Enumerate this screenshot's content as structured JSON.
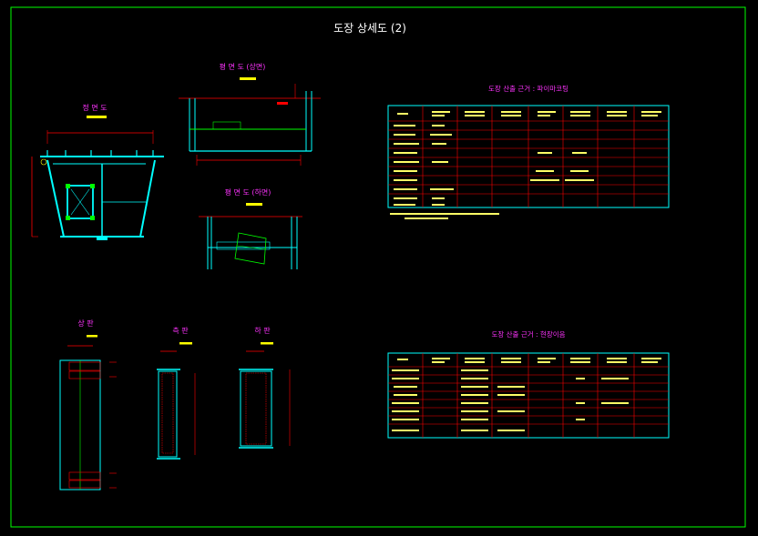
{
  "sheet": {
    "title": "도장 상세도 (2)",
    "colors": {
      "border": "#00ff00",
      "cyan": "#00ffff",
      "red": "#ff0000",
      "magenta": "#ff33ff",
      "yellow": "#ffff00",
      "green": "#00ff00"
    }
  },
  "views": {
    "front": {
      "title": "정 면 도"
    },
    "plan_top": {
      "title": "평 면 도 (상면)"
    },
    "plan_bottom": {
      "title": "평 면 도 (하면)"
    },
    "upper_flange": {
      "title": "상 판"
    },
    "side_plate": {
      "title": "측 판"
    },
    "lower_flange": {
      "title": "하 판"
    }
  },
  "tables": {
    "factory": {
      "title": "도장 산출 근거 : 파이마코팅"
    },
    "site": {
      "title": "도장 산출 근거 : 현장이음"
    }
  }
}
